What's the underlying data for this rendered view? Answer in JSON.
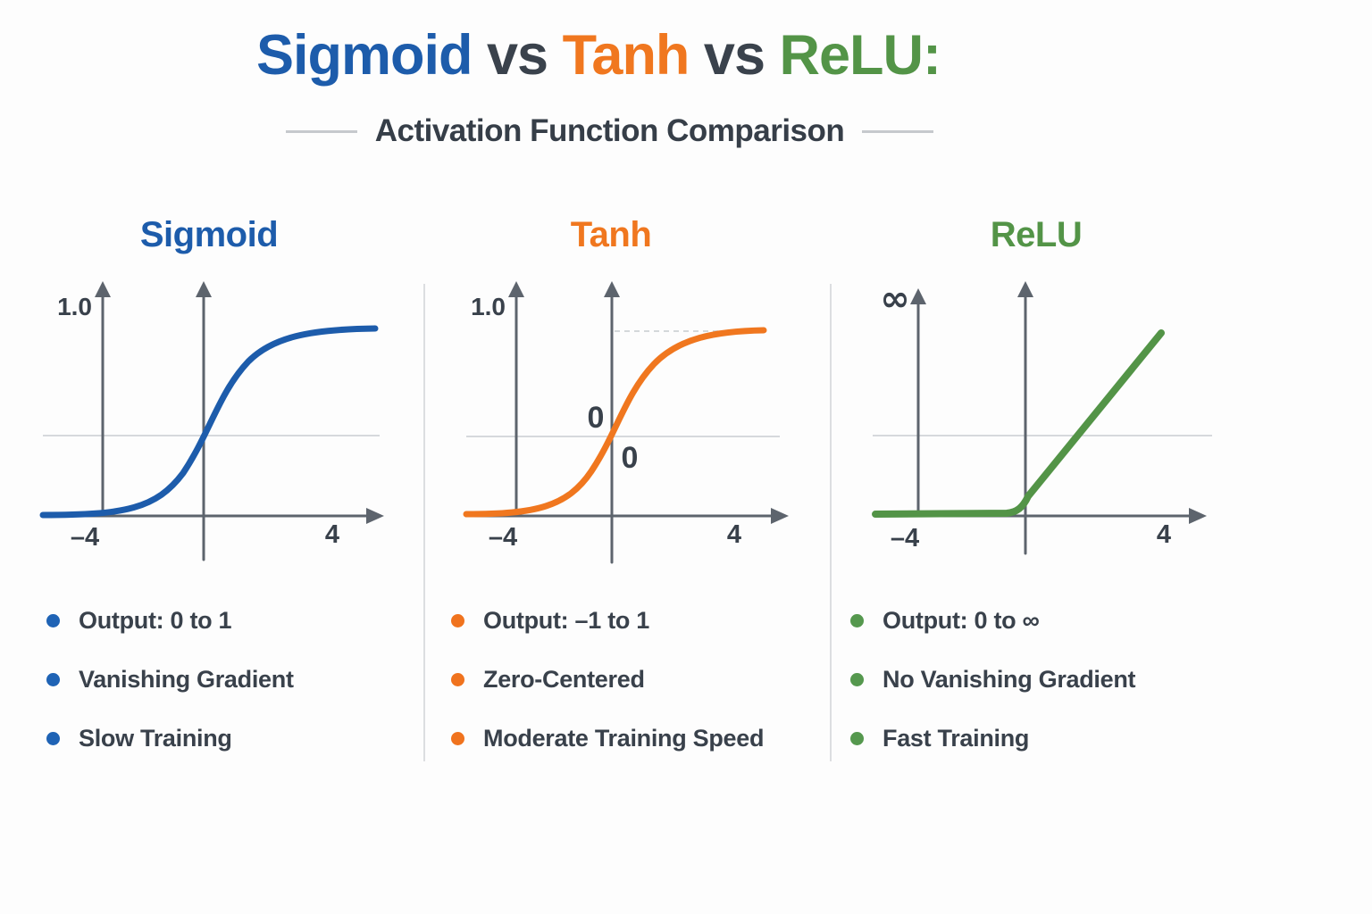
{
  "header": {
    "title_parts": [
      {
        "text": "Sigmoid",
        "color": "#1d5cab"
      },
      {
        "text": " vs ",
        "color": "#3a424c"
      },
      {
        "text": "Tanh",
        "color": "#f0771f"
      },
      {
        "text": " vs ",
        "color": "#3a424c"
      },
      {
        "text": "ReLU:",
        "color": "#539447"
      }
    ],
    "subtitle": "Activation Function Comparison"
  },
  "colors": {
    "sigmoid_blue": "#1d5cab",
    "tanh_orange": "#f0771f",
    "relu_green": "#539447",
    "text_dark": "#39414b",
    "axis_gray": "#5d646d",
    "light_line": "#c9cdd1",
    "divider": "#dcdee1"
  },
  "panels": [
    {
      "name": "sigmoid",
      "heading": "Sigmoid",
      "axis": {
        "y_top_label": "1.0",
        "x_min_label": "–4",
        "x_max_label": "4"
      },
      "bullets": [
        "Output: 0 to 1",
        "Vanishing Gradient",
        "Slow Training"
      ]
    },
    {
      "name": "tanh",
      "heading": "Tanh",
      "axis": {
        "y_top_label": "1.0",
        "x_min_label": "–4",
        "x_max_label": "4",
        "origin_label_upper": "0",
        "origin_label_lower": "0"
      },
      "bullets": [
        "Output: –1 to 1",
        "Zero-Centered",
        "Moderate Training Speed"
      ]
    },
    {
      "name": "relu",
      "heading": "ReLU",
      "axis": {
        "y_top_label": "∞",
        "x_min_label": "–4",
        "x_max_label": "4"
      },
      "bullets": [
        "Output: 0 to ∞",
        "No Vanishing Gradient",
        "Fast Training"
      ]
    }
  ],
  "chart_data": [
    {
      "type": "line",
      "title": "Sigmoid",
      "x": [
        -4,
        -3,
        -2,
        -1,
        0,
        1,
        2,
        3,
        4
      ],
      "y": [
        0.018,
        0.047,
        0.119,
        0.269,
        0.5,
        0.731,
        0.881,
        0.953,
        0.982
      ],
      "xlim": [
        -4.5,
        4.5
      ],
      "ylim": [
        0,
        1
      ],
      "x_tick_labels": [
        "–4",
        "4"
      ],
      "y_tick_labels": [
        "1.0"
      ],
      "color": "#1d5cab",
      "grid": false,
      "legend": "none",
      "notes": "S-curve crossing mid horizontal reference line at x=0; saturates toward 1"
    },
    {
      "type": "line",
      "title": "Tanh",
      "x": [
        -4,
        -3,
        -2,
        -1,
        0,
        1,
        2,
        3,
        4
      ],
      "y": [
        -0.999,
        -0.995,
        -0.964,
        -0.762,
        0,
        0.762,
        0.964,
        0.995,
        0.999
      ],
      "xlim": [
        -4.5,
        4.5
      ],
      "ylim": [
        -1,
        1
      ],
      "x_tick_labels": [
        "–4",
        "4"
      ],
      "y_tick_labels": [
        "1.0"
      ],
      "annotations": [
        "0 labeled on both sides of origin",
        "dashed horizontal guide at y = 1 asymptote"
      ],
      "color": "#f0771f",
      "grid": false,
      "legend": "none",
      "notes": "zero-centered S-curve crossing origin"
    },
    {
      "type": "line",
      "title": "ReLU",
      "x": [
        -4,
        -3,
        -2,
        -1,
        0,
        1,
        2,
        3,
        4
      ],
      "y": [
        0,
        0,
        0,
        0,
        0,
        1,
        2,
        3,
        4
      ],
      "xlim": [
        -4.5,
        4.5
      ],
      "ylim": [
        0,
        null
      ],
      "x_tick_labels": [
        "–4",
        "4"
      ],
      "y_tick_labels": [
        "∞"
      ],
      "color": "#539447",
      "grid": false,
      "legend": "none",
      "notes": "flat at 0 for x<0, linear rise for x>0, y-axis marked with infinity"
    }
  ]
}
